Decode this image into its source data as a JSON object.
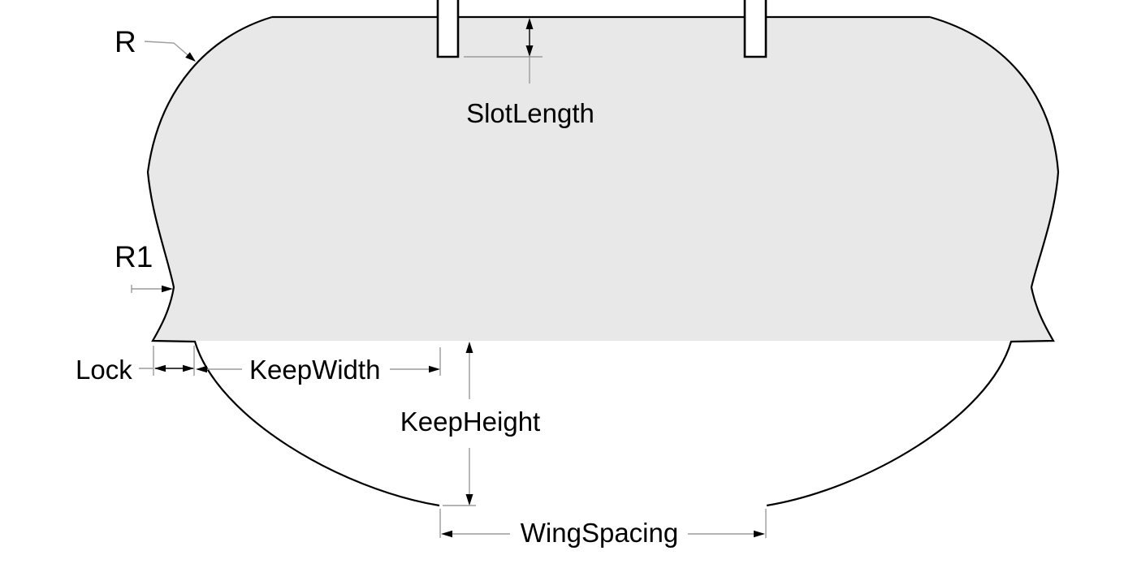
{
  "diagram": {
    "type": "cad-dimension-drawing",
    "fill_color": "#e8e8e8",
    "outline_color": "#000000",
    "dimension_line_color": "#9b9b9b",
    "labels": {
      "radius": "R",
      "radius1": "R1",
      "slot_length": "SlotLength",
      "lock": "Lock",
      "keep_width": "KeepWidth",
      "keep_height": "KeepHeight",
      "wing_spacing": "WingSpacing"
    }
  }
}
